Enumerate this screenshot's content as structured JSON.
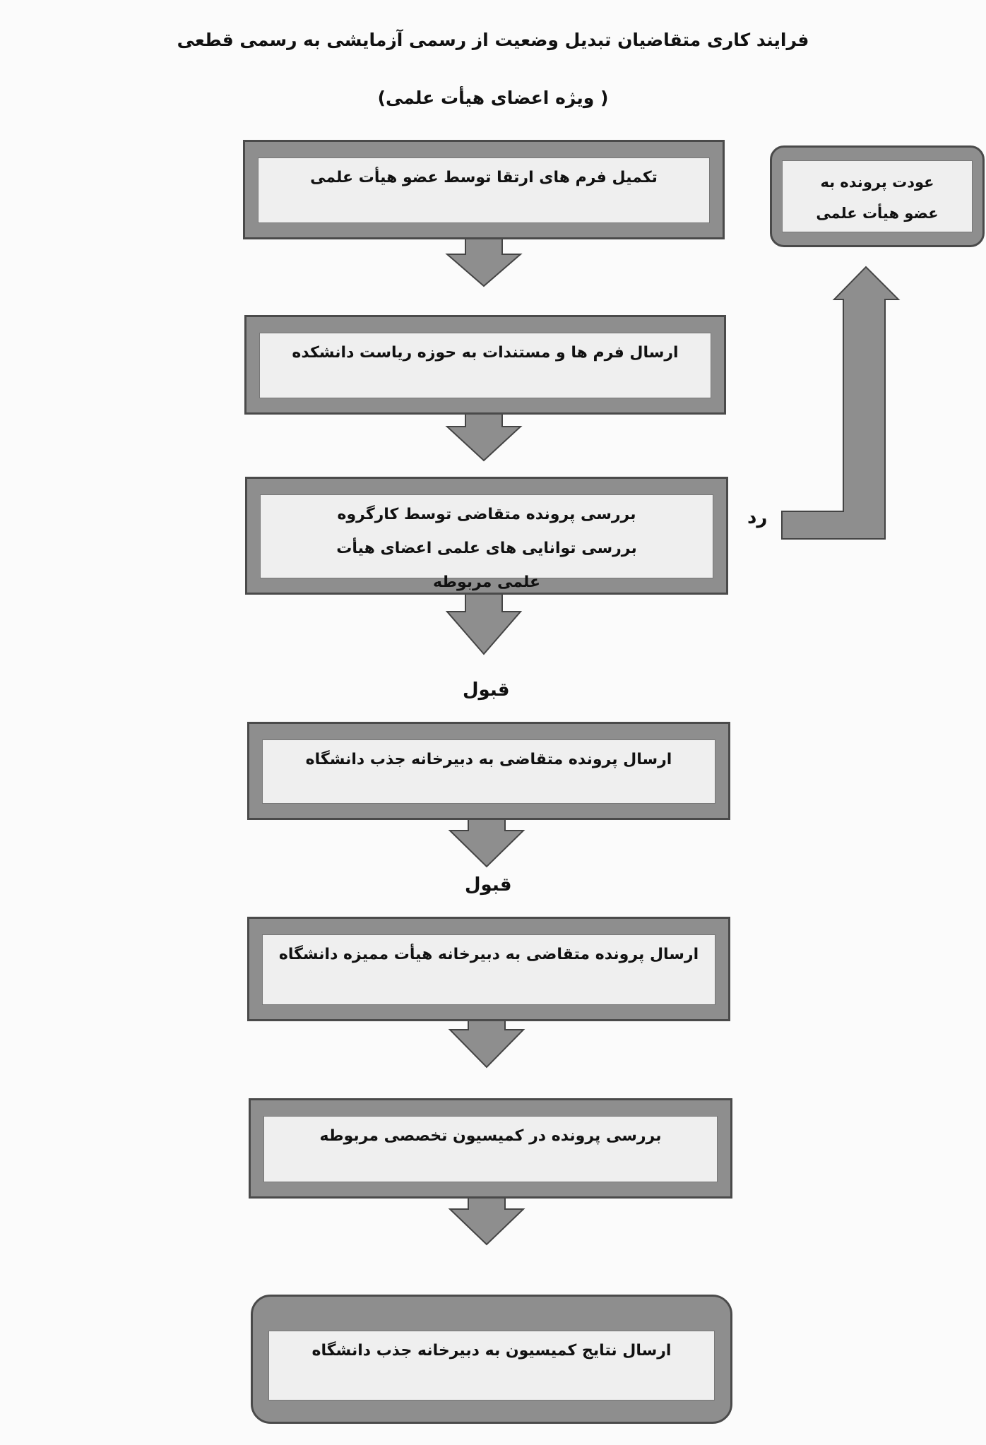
{
  "title": {
    "line1": "فرایند کاری متقاضیان تبدیل وضعیت از رسمی آزمایشی به رسمی قطعی",
    "line2": "( ویژه اعضای هیأت علمی)"
  },
  "steps": [
    {
      "text": "تکمیل فرم های ارتقا توسط عضو هیأت علمی"
    },
    {
      "text": "ارسال فرم ها و مستندات به حوزه ریاست دانشکده"
    },
    {
      "text": "بررسی پرونده متقاضی توسط کارگروه بررسی توانایی های علمی اعضای هیأت علمی مربوطه"
    },
    {
      "text": "ارسال پرونده متقاضی به دبیرخانه جذب دانشگاه"
    },
    {
      "text": "ارسال پرونده متقاضی به دبیرخانه هیأت ممیزه دانشگاه"
    },
    {
      "text": "بررسی پرونده در کمیسیون تخصصی مربوطه"
    },
    {
      "text": "ارسال نتایج کمیسیون به دبیرخانه جذب دانشگاه"
    }
  ],
  "reject_box": {
    "text": "عودت پرونده به عضو هیأت علمی"
  },
  "labels": {
    "reject": "رد",
    "accept1": "قبول",
    "accept2": "قبول"
  }
}
